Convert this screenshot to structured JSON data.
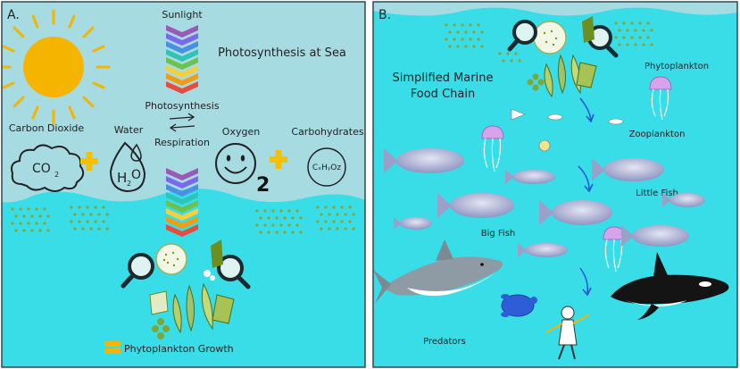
{
  "panelA": {
    "letter": "A.",
    "sunlight": "Sunlight",
    "title": "Photosynthesis at Sea",
    "photosynthesis": "Photosynthesis",
    "respiration": "Respiration",
    "carbon_dioxide": "Carbon Dioxide",
    "water": "Water",
    "oxygen": "Oxygen",
    "carbohydrates": "Carbohydrates",
    "co2_symbol": "CO",
    "co2_sub": "2",
    "h2o_h": "H",
    "h2o_sub": "2",
    "h2o_o": "O",
    "o2_sub": "2",
    "carb_formula": "CₓHᵧOz",
    "growth_label": "Phytoplankton Growth",
    "colors": {
      "sky": "#a7dbe2",
      "sea": "#38dde8",
      "sun": "#f4b400",
      "plus": "#f5c000"
    }
  },
  "panelB": {
    "letter": "B.",
    "title_line1": "Simplified Marine",
    "title_line2": "Food Chain",
    "phytoplankton": "Phytoplankton",
    "zooplankton": "Zooplankton",
    "little_fish": "Little Fish",
    "big_fish": "Big Fish",
    "predators": "Predators",
    "colors": {
      "sea": "#38dde8",
      "surface": "#a7dbe2",
      "arrow": "#1f4fd1"
    }
  }
}
